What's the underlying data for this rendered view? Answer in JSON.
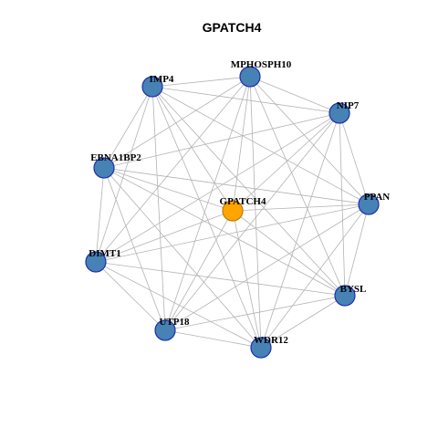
{
  "title": "GPATCH4",
  "node_fill": "#4682B4",
  "node_stroke": "#1E2FAF",
  "hub_fill": "#FFA500",
  "hub_stroke": "#C07A00",
  "edge_color": "#B3B3B3",
  "hub": "GPATCH4",
  "nodes": [
    {
      "id": "GPATCH4",
      "label": "GPATCH4"
    },
    {
      "id": "MPHOSPH10",
      "label": "MPHOSPH10"
    },
    {
      "id": "IMP4",
      "label": "IMP4"
    },
    {
      "id": "NIP7",
      "label": "NIP7"
    },
    {
      "id": "EBNA1BP2",
      "label": "EBNA1BP2"
    },
    {
      "id": "PPAN",
      "label": "PPAN"
    },
    {
      "id": "DIMT1",
      "label": "DIMT1"
    },
    {
      "id": "BYSL",
      "label": "BYSL"
    },
    {
      "id": "UTP18",
      "label": "UTP18"
    },
    {
      "id": "WDR12",
      "label": "WDR12"
    }
  ],
  "edges": [
    [
      "GPATCH4",
      "MPHOSPH10"
    ],
    [
      "GPATCH4",
      "IMP4"
    ],
    [
      "GPATCH4",
      "NIP7"
    ],
    [
      "GPATCH4",
      "EBNA1BP2"
    ],
    [
      "GPATCH4",
      "PPAN"
    ],
    [
      "GPATCH4",
      "DIMT1"
    ],
    [
      "GPATCH4",
      "BYSL"
    ],
    [
      "GPATCH4",
      "UTP18"
    ],
    [
      "GPATCH4",
      "WDR12"
    ],
    [
      "MPHOSPH10",
      "IMP4"
    ],
    [
      "MPHOSPH10",
      "NIP7"
    ],
    [
      "MPHOSPH10",
      "EBNA1BP2"
    ],
    [
      "MPHOSPH10",
      "PPAN"
    ],
    [
      "MPHOSPH10",
      "DIMT1"
    ],
    [
      "MPHOSPH10",
      "BYSL"
    ],
    [
      "MPHOSPH10",
      "UTP18"
    ],
    [
      "MPHOSPH10",
      "WDR12"
    ],
    [
      "IMP4",
      "NIP7"
    ],
    [
      "IMP4",
      "EBNA1BP2"
    ],
    [
      "IMP4",
      "PPAN"
    ],
    [
      "IMP4",
      "DIMT1"
    ],
    [
      "IMP4",
      "BYSL"
    ],
    [
      "IMP4",
      "UTP18"
    ],
    [
      "IMP4",
      "WDR12"
    ],
    [
      "NIP7",
      "EBNA1BP2"
    ],
    [
      "NIP7",
      "PPAN"
    ],
    [
      "NIP7",
      "DIMT1"
    ],
    [
      "NIP7",
      "BYSL"
    ],
    [
      "NIP7",
      "UTP18"
    ],
    [
      "NIP7",
      "WDR12"
    ],
    [
      "EBNA1BP2",
      "PPAN"
    ],
    [
      "EBNA1BP2",
      "DIMT1"
    ],
    [
      "EBNA1BP2",
      "BYSL"
    ],
    [
      "EBNA1BP2",
      "UTP18"
    ],
    [
      "EBNA1BP2",
      "WDR12"
    ],
    [
      "PPAN",
      "DIMT1"
    ],
    [
      "PPAN",
      "BYSL"
    ],
    [
      "PPAN",
      "UTP18"
    ],
    [
      "PPAN",
      "WDR12"
    ],
    [
      "DIMT1",
      "BYSL"
    ],
    [
      "DIMT1",
      "UTP18"
    ],
    [
      "DIMT1",
      "WDR12"
    ],
    [
      "BYSL",
      "UTP18"
    ],
    [
      "BYSL",
      "WDR12"
    ],
    [
      "UTP18",
      "WDR12"
    ]
  ]
}
